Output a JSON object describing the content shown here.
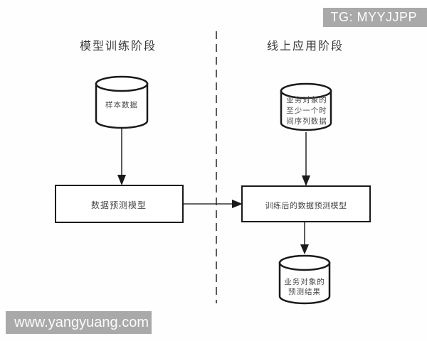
{
  "watermarks": {
    "badge": "TG: MYYJJPP",
    "url": "www.yangyuang.com"
  },
  "diagram": {
    "left_phase": {
      "title": "模型训练阶段",
      "nodes": {
        "sample_data": "样本数据",
        "prediction_model": "数据预测模型"
      }
    },
    "right_phase": {
      "title": "线上应用阶段",
      "nodes": {
        "timeseries_data": "业务对象的\n至少一个时\n间序列数据",
        "trained_model": "训练后的数据预测模型",
        "prediction_result": "业务对象的\n预测结果"
      }
    },
    "edges": [
      {
        "from": "sample-data",
        "to": "data-prediction-model"
      },
      {
        "from": "timeseries-data",
        "to": "trained-model"
      },
      {
        "from": "data-prediction-model",
        "to": "trained-model"
      },
      {
        "from": "trained-model",
        "to": "prediction-result"
      }
    ]
  },
  "colors": {
    "line": "#222222",
    "arrow": "#333333",
    "watermark_bg": "#a9a9a9",
    "watermark_text": "#fdfdfd",
    "background": "#fefefe"
  }
}
